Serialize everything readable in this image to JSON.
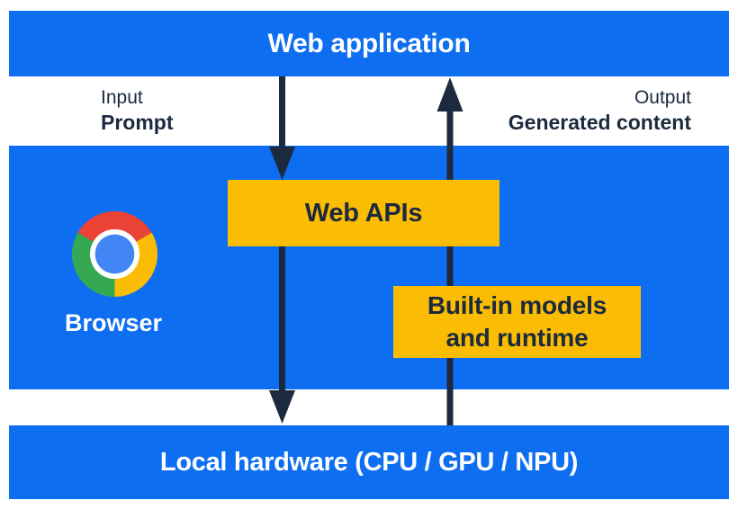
{
  "colors": {
    "blue": "#0D6EF2",
    "yellow": "#FBBC04",
    "ink": "#1C2A3E",
    "logo_red": "#EA4335",
    "logo_yellow": "#FBBC05",
    "logo_green": "#34A853",
    "logo_blue": "#4285F4"
  },
  "layers": {
    "web_application": "Web application",
    "local_hardware": "Local hardware (CPU / GPU / NPU)"
  },
  "flows": {
    "input": {
      "label": "Input",
      "value": "Prompt"
    },
    "output": {
      "label": "Output",
      "value": "Generated content"
    }
  },
  "browser": {
    "label": "Browser",
    "logo_icon": "chrome-logo",
    "web_apis": "Web APIs",
    "builtin_models": {
      "lines": [
        "Built-in models",
        "and runtime"
      ]
    }
  }
}
